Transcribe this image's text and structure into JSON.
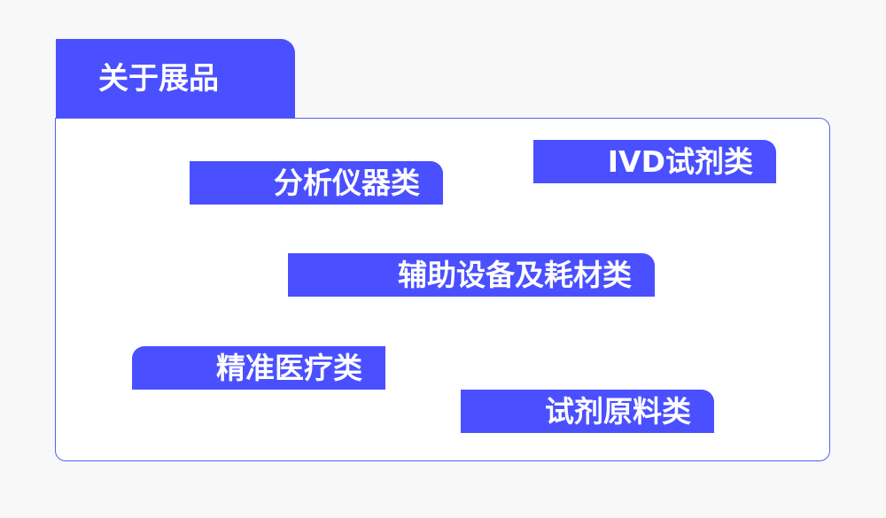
{
  "header": {
    "title": "关于展品"
  },
  "categories": [
    {
      "label": "分析仪器类"
    },
    {
      "label": "IVD试剂类"
    },
    {
      "label": "辅助设备及耗材类"
    },
    {
      "label": "精准医疗类"
    },
    {
      "label": "试剂原料类"
    }
  ],
  "colors": {
    "accent": "#4a50ff",
    "panel_border": "#5a60f0",
    "background": "#f8f8f8"
  }
}
